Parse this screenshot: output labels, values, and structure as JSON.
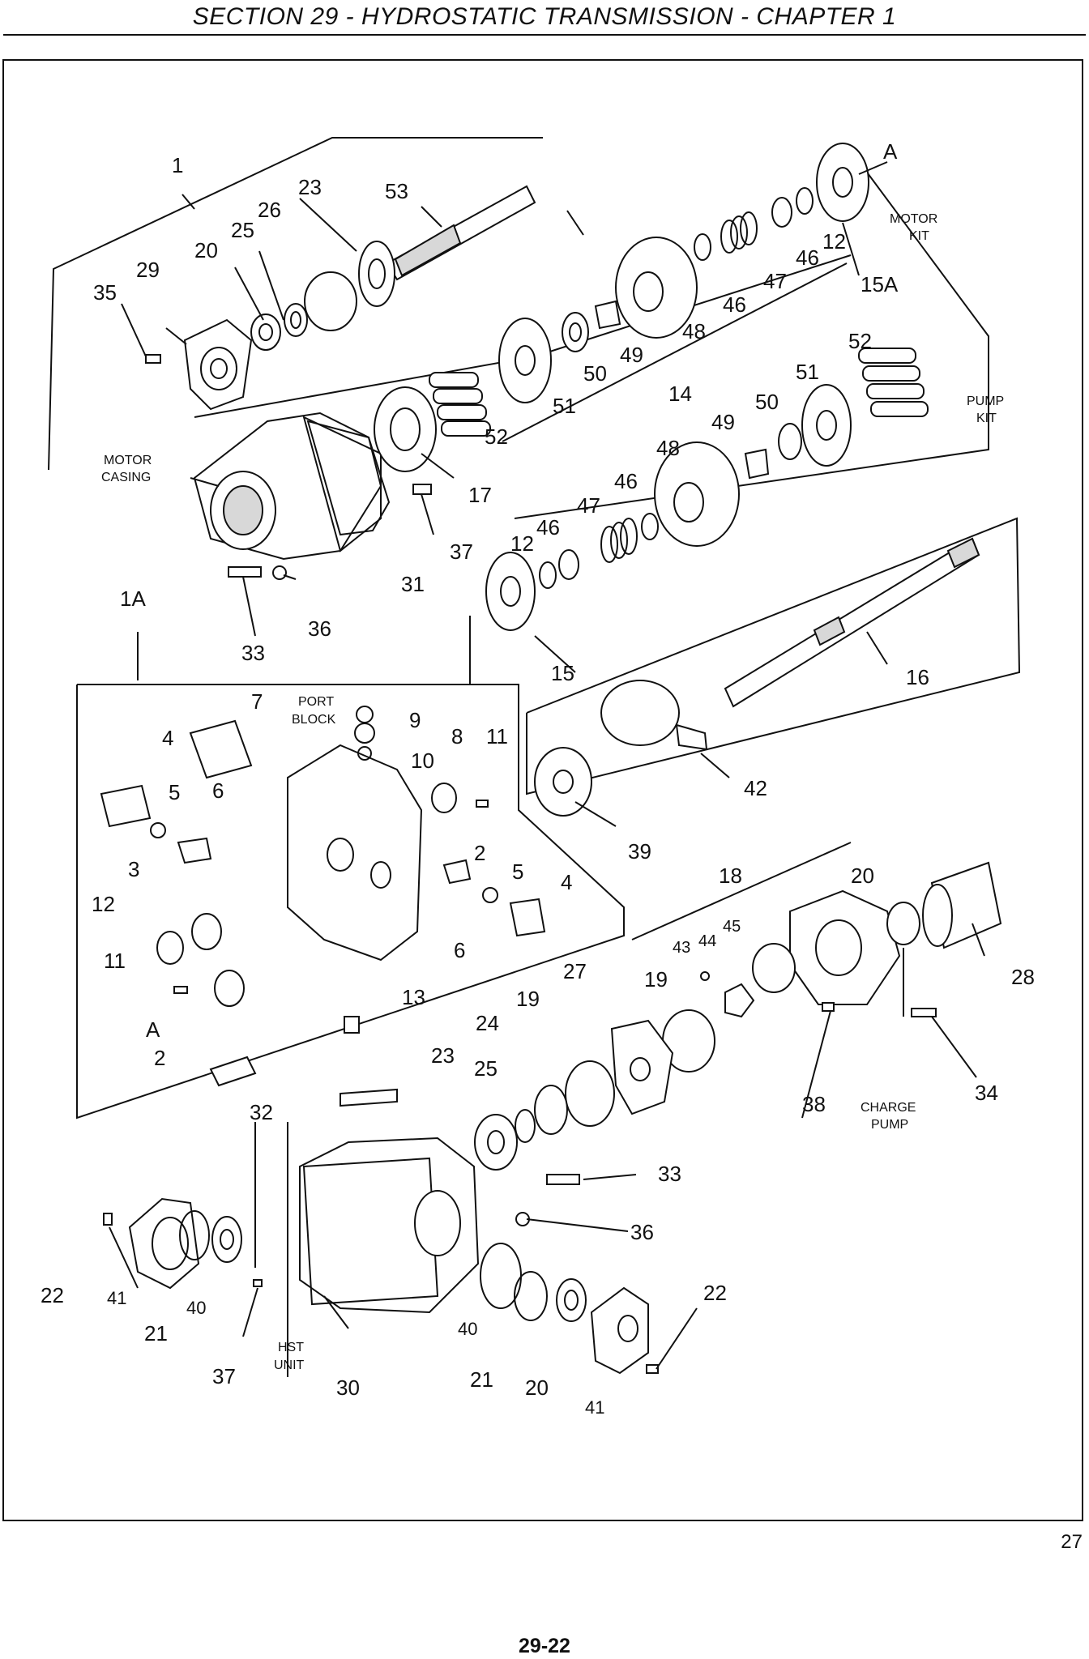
{
  "header": {
    "title": "SECTION 29 - HYDROSTATIC TRANSMISSION - CHAPTER 1"
  },
  "figure": {
    "number": "27",
    "callouts": [
      "1",
      "23",
      "26",
      "25",
      "53",
      "20",
      "29",
      "35",
      "A",
      "12",
      "46",
      "15A",
      "47",
      "46",
      "48",
      "49",
      "50",
      "51",
      "14",
      "52",
      "17",
      "37",
      "31",
      "36",
      "33",
      "1A",
      "52",
      "51",
      "50",
      "49",
      "48",
      "46",
      "47",
      "46",
      "12",
      "15",
      "16",
      "7",
      "4",
      "5",
      "6",
      "3",
      "12",
      "11",
      "A",
      "2",
      "9",
      "8",
      "10",
      "11",
      "2",
      "5",
      "4",
      "6",
      "13",
      "42",
      "39",
      "18",
      "20",
      "28",
      "43",
      "44",
      "45",
      "19",
      "27",
      "19",
      "24",
      "23",
      "25",
      "38",
      "34",
      "32",
      "33",
      "36",
      "22",
      "41",
      "21",
      "40",
      "37",
      "30",
      "40",
      "21",
      "20",
      "41",
      "22"
    ],
    "part_labels": {
      "motor_kit": [
        "MOTOR",
        "KIT"
      ],
      "pump_kit": [
        "PUMP",
        "KIT"
      ],
      "motor_casing": [
        "MOTOR",
        "CASING"
      ],
      "port_block": [
        "PORT",
        "BLOCK"
      ],
      "charge_pump": [
        "CHARGE",
        "PUMP"
      ],
      "hst_unit": [
        "HST",
        "UNIT"
      ]
    }
  },
  "footer": {
    "page_number": "29-22"
  }
}
